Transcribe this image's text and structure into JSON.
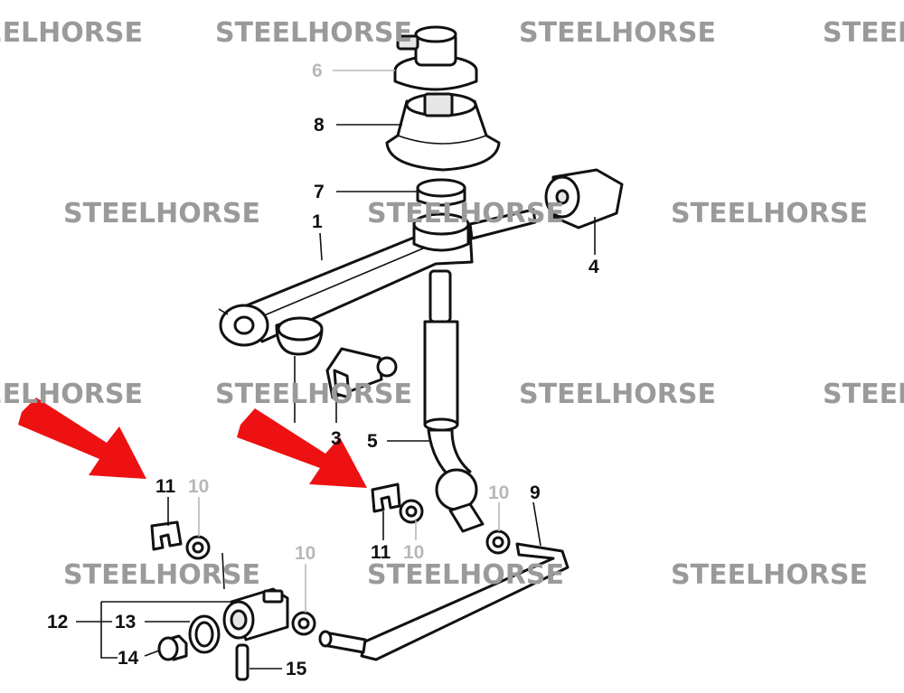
{
  "watermark": {
    "text": "STEELHORSE"
  },
  "callouts": {
    "c1": "1",
    "c3": "3",
    "c4": "4",
    "c5": "5",
    "c6": "6",
    "c7": "7",
    "c8": "8",
    "c9": "9",
    "c10_a": "10",
    "c10_b": "10",
    "c10_c": "10",
    "c10_d": "10",
    "c11_a": "11",
    "c11_b": "11",
    "c12": "12",
    "c13": "13",
    "c14": "14",
    "c15": "15"
  },
  "colors": {
    "arrow": "#ee1111",
    "watermark": "#9a9a9a",
    "line": "#111111",
    "faded_label": "#b8b8b8"
  }
}
